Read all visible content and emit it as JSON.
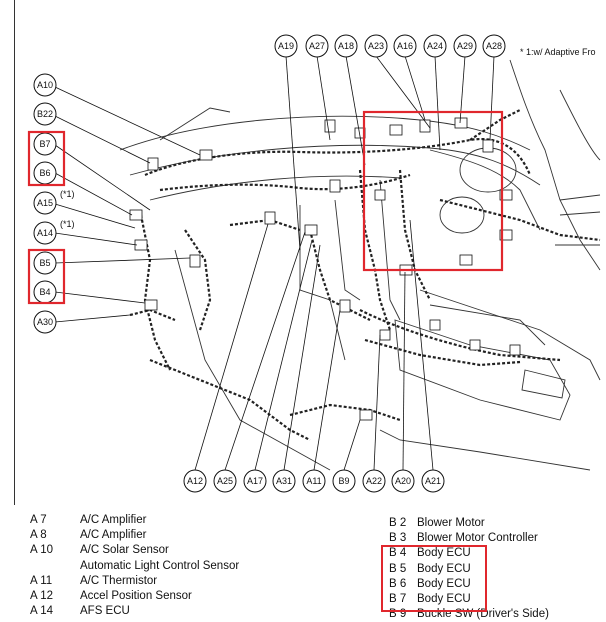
{
  "footnote": "* 1:w/ Adaptive Fro",
  "top_callouts": [
    "A19",
    "A27",
    "A18",
    "A23",
    "A16",
    "A24",
    "A29",
    "A28"
  ],
  "left_callouts": [
    {
      "id": "A10",
      "note": ""
    },
    {
      "id": "B22",
      "note": ""
    },
    {
      "id": "B7",
      "note": ""
    },
    {
      "id": "B6",
      "note": ""
    },
    {
      "id": "A15",
      "note": "(*1)"
    },
    {
      "id": "A14",
      "note": "(*1)"
    },
    {
      "id": "B5",
      "note": ""
    },
    {
      "id": "B4",
      "note": ""
    },
    {
      "id": "A30",
      "note": ""
    }
  ],
  "bottom_callouts": [
    "A12",
    "A25",
    "A17",
    "A31",
    "A11",
    "B9",
    "A22",
    "A20",
    "A21"
  ],
  "legend_left": [
    {
      "code": "A  7",
      "desc": "A/C Amplifier"
    },
    {
      "code": "A  8",
      "desc": "A/C Amplifier"
    },
    {
      "code": "A 10",
      "desc": "A/C Solar Sensor"
    },
    {
      "code": "",
      "desc": "Automatic Light Control Sensor"
    },
    {
      "code": "A 11",
      "desc": "A/C Thermistor"
    },
    {
      "code": "A 12",
      "desc": "Accel Position Sensor"
    },
    {
      "code": "A 14",
      "desc": "AFS ECU"
    }
  ],
  "legend_right": [
    {
      "code": "B  2",
      "desc": "Blower Motor"
    },
    {
      "code": "B  3",
      "desc": "Blower Motor Controller"
    },
    {
      "code": "B  4",
      "desc": "Body ECU"
    },
    {
      "code": "B  5",
      "desc": "Body ECU"
    },
    {
      "code": "B  6",
      "desc": "Body ECU"
    },
    {
      "code": "B  7",
      "desc": "Body ECU"
    },
    {
      "code": "B  9",
      "desc": "Buckle SW (Driver's Side)"
    }
  ],
  "colors": {
    "highlight": "#e0272d",
    "ink": "#111111"
  }
}
